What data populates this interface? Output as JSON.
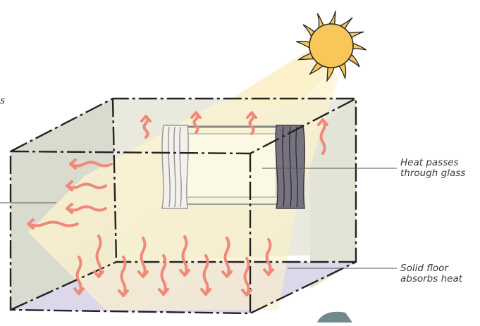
{
  "labels": {
    "glass": {
      "line1": "Heat passes",
      "line2": "through glass"
    },
    "floor": {
      "line1": "Solid floor",
      "line2": "absorbs heat"
    },
    "fragment": "s"
  },
  "colors": {
    "sun_fill": "#f7c75a",
    "sun_stroke": "#2b2b2b",
    "sunbeam": "#fbf1c8",
    "room_wall": "#e8e8dc",
    "room_left_wall": "#d8dace",
    "floor": "#dcd6ea",
    "heat_arrow": "#ef8a7a",
    "box_outline": "#222222",
    "curtain_dark": "#6e6a78",
    "window_frame": "#8a8a8a"
  },
  "icons": [
    "sun-icon",
    "heat-wave-arrow-icon",
    "curtain-icon",
    "window-icon"
  ]
}
